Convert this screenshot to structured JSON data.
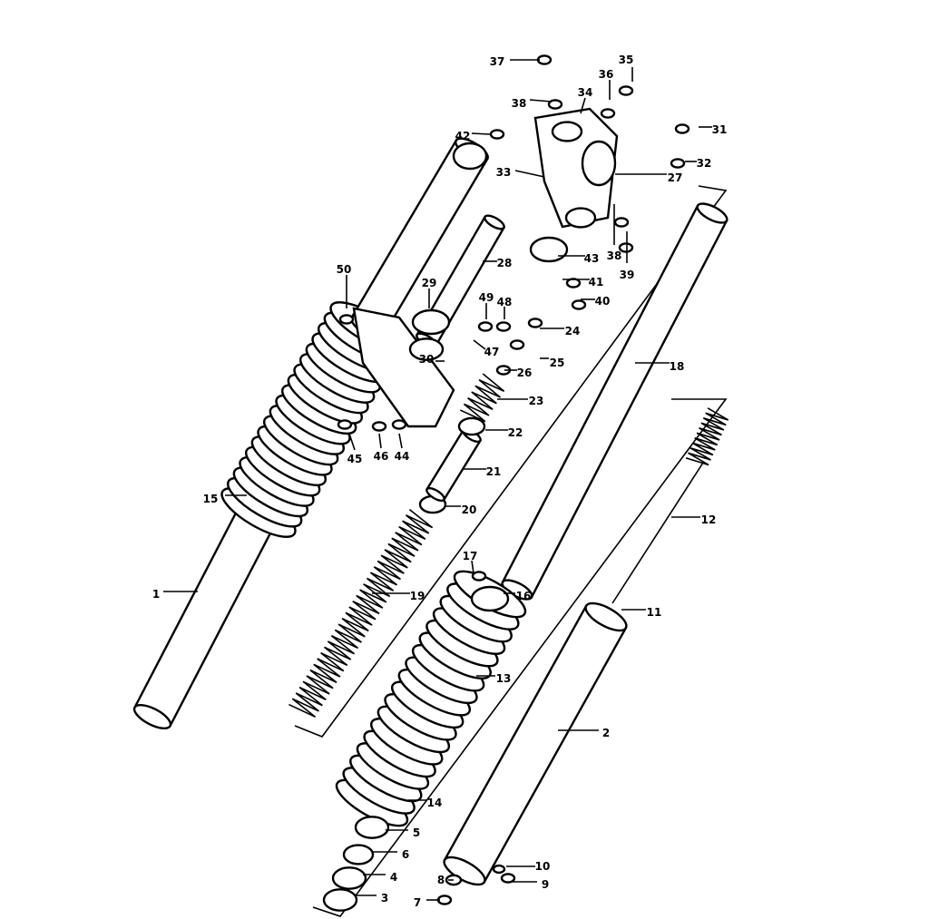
{
  "diagram": {
    "ink_color": "#000000",
    "background_color": "#ffffff",
    "labels": [
      "37",
      "35",
      "36",
      "38",
      "34",
      "31",
      "42",
      "32",
      "33",
      "27",
      "28",
      "43",
      "38",
      "39",
      "41",
      "40",
      "24",
      "25",
      "26",
      "29",
      "49",
      "48",
      "50",
      "47",
      "30",
      "18",
      "23",
      "22",
      "45",
      "46",
      "44",
      "21",
      "15",
      "20",
      "12",
      "17",
      "16",
      "19",
      "1",
      "11",
      "13",
      "2",
      "14",
      "5",
      "6",
      "10",
      "4",
      "8",
      "9",
      "3",
      "7"
    ]
  }
}
